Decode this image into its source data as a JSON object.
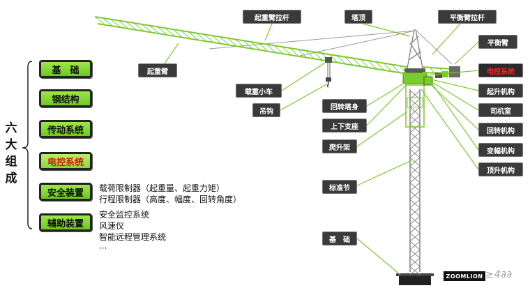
{
  "colors": {
    "lime": "#93d83c",
    "dark_label": "#3a3a3a",
    "red": "#e01010",
    "steel": "#8d8d8d"
  },
  "title_chars": [
    "六",
    "大",
    "组",
    "成"
  ],
  "categories": [
    {
      "label": "基　础",
      "highlight": false
    },
    {
      "label": "钢结构",
      "highlight": false
    },
    {
      "label": "传动系统",
      "highlight": false
    },
    {
      "label": "电控系统",
      "highlight": true
    },
    {
      "label": "安全装置",
      "highlight": false
    },
    {
      "label": "辅助装置",
      "highlight": false
    }
  ],
  "safety_lines": [
    "载荷限制器（起重量、起重力矩）",
    "行程限制器（高度、幅度、回转角度）"
  ],
  "aux_lines": [
    "安全监控系统",
    "风速仪",
    "智能远程管理系统",
    "···"
  ],
  "part_labels": {
    "jib_tie": "起重臂拉杆",
    "tower_top": "塔顶",
    "counter_jib_tie": "平衡臂拉杆",
    "counter_jib": "平衡臂",
    "jib": "起重臂",
    "trolley": "载重小车",
    "hook": "吊钩",
    "slewing_tower": "回转塔身",
    "slewing_support": "上下支座",
    "climbing_frame": "爬升架",
    "electric_control": "电控系统",
    "hoist_mech": "起升机构",
    "cab": "司机室",
    "slewing_mech": "回转机构",
    "luffing_mech": "变幅机构",
    "jacking_mech": "顶升机构",
    "mast_section": "标准节",
    "foundation": "基　础"
  },
  "brand": {
    "logo": "ZOOMLION",
    "mark": "≥4∂∂"
  }
}
